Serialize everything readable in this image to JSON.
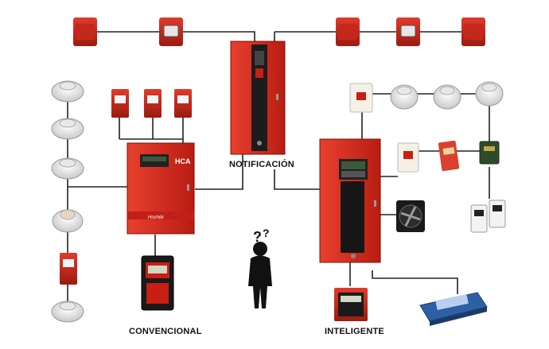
{
  "labels": {
    "notificacion": "NOTIFICACIÓN",
    "convencional": "CONVENCIONAL",
    "inteligente": "INTELIGENTE"
  },
  "device_text": {
    "conventional_panel_brand": "HCA",
    "conventional_panel_model": "Hochiki"
  },
  "colors": {
    "panel_red": "#d42a1c",
    "panel_dark": "#8a0f0a",
    "wire": "#222222",
    "detector_white": "#f2f2f2"
  },
  "devices": [
    {
      "name": "notification-horn-strobe",
      "icon": "horn-strobe-icon"
    },
    {
      "name": "notification-panel",
      "icon": "control-panel-icon"
    },
    {
      "name": "conventional-panel",
      "icon": "control-panel-icon"
    },
    {
      "name": "intelligent-panel",
      "icon": "control-panel-icon"
    },
    {
      "name": "smoke-detector",
      "icon": "smoke-detector-icon"
    },
    {
      "name": "manual-pull-station",
      "icon": "pull-station-icon"
    },
    {
      "name": "annunciator-keypad",
      "icon": "keypad-icon"
    },
    {
      "name": "person-question",
      "icon": "person-icon"
    }
  ]
}
